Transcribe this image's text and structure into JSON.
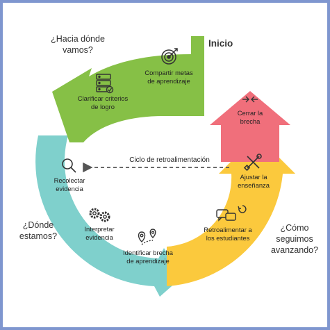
{
  "title": "Inicio",
  "questions": {
    "where_going": [
      "¿Hacia dónde",
      "vamos?"
    ],
    "where_are": [
      "¿Dónde",
      "estamos?"
    ],
    "how_continue": [
      "¿Cómo",
      "seguimos",
      "avanzando?"
    ]
  },
  "cycle_label": "Ciclo de retroalimentación",
  "steps": {
    "compartir": [
      "Compartir metas",
      "de aprendizaje"
    ],
    "clarificar": [
      "Clarificar criterios",
      "de logro"
    ],
    "recolectar": [
      "Recolectar",
      "evidencia"
    ],
    "interpretar": [
      "Interpretar",
      "evidencia"
    ],
    "identificar": [
      "Identificar brecha",
      "de aprendizaje"
    ],
    "retroalimentar": [
      "Retroalimentar a",
      "los estudiantes"
    ],
    "ajustar": [
      "Ajustar la",
      "enseñanza"
    ],
    "cerrar": [
      "Cerrar la",
      "brecha"
    ]
  },
  "colors": {
    "green": "#86c046",
    "teal": "#7fd0cc",
    "yellow": "#fbc93d",
    "pink": "#f06f7b",
    "frame": "#7f96cf"
  },
  "icons": {
    "compartir": "target-icon",
    "clarificar": "server-icon",
    "recolectar": "magnifier-icon",
    "interpretar": "gears-icon",
    "identificar": "map-pins-icon",
    "retroalimentar": "chat-bubbles-icon",
    "ajustar": "tools-icon",
    "cerrar": "converging-arrows-icon"
  }
}
